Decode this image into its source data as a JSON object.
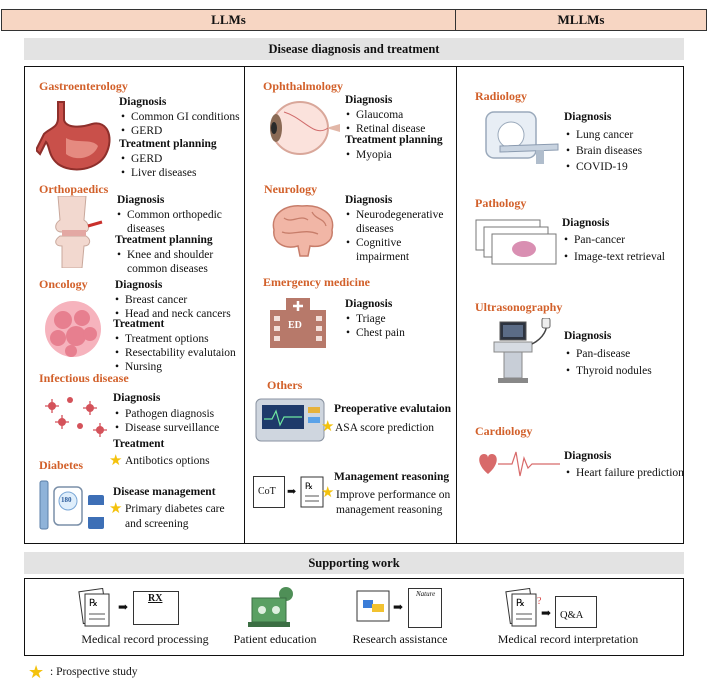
{
  "headers": {
    "llms": "LLMs",
    "mllms": "MLLMs"
  },
  "diagnosis_treatment_banner": "Disease diagnosis and treatment",
  "llm_left": {
    "gastro": {
      "title": "Gastroenterology",
      "diag_label": "Diagnosis",
      "diag_items": [
        "Common GI conditions",
        "GERD"
      ],
      "treat_label": "Treatment planning",
      "treat_items": [
        "GERD",
        "Liver diseases"
      ]
    },
    "ortho": {
      "title": "Orthopaedics",
      "diag_label": "Diagnosis",
      "diag_items": [
        "Common orthopedic diseases"
      ],
      "treat_label": "Treatment planning",
      "treat_items": [
        "Knee and shoulder common diseases"
      ]
    },
    "onco": {
      "title": "Oncology",
      "diag_label": "Diagnosis",
      "diag_items": [
        "Breast cancer",
        "Head and neck cancers"
      ],
      "treat_label": "Treatment",
      "treat_items": [
        "Treatment options",
        "Resectability evalutaion",
        "Nursing"
      ]
    },
    "infect": {
      "title": "Infectious disease",
      "diag_label": "Diagnosis",
      "diag_items": [
        "Pathogen diagnosis",
        "Disease surveillance"
      ],
      "treat_label": "Treatment",
      "treat_item_star": "Antibotics options"
    },
    "diabetes": {
      "title": "Diabetes",
      "mgmt_label": "Disease management",
      "mgmt_item_star": "Primary diabetes care and screening",
      "meter_reading": "180"
    }
  },
  "llm_mid": {
    "ophth": {
      "title": "Ophthalmology",
      "diag_label": "Diagnosis",
      "diag_items": [
        "Glaucoma",
        "Retinal disease"
      ],
      "treat_label": "Treatment planning",
      "treat_items": [
        "Myopia"
      ]
    },
    "neuro": {
      "title": "Neurology",
      "diag_label": "Diagnosis",
      "diag_items": [
        "Neurodegenerative diseases",
        "Cognitive impairment"
      ]
    },
    "emerg": {
      "title": "Emergency medicine",
      "diag_label": "Diagnosis",
      "diag_items": [
        "Triage",
        "Chest pain"
      ],
      "building_label": "ED"
    },
    "others": {
      "title": "Others",
      "preop_label": "Preoperative evalutaion",
      "preop_item_star": "ASA score prediction",
      "mgmt_label": "Management reasoning",
      "mgmt_item_star": "Improve performance on management reasoning",
      "cot_label": "CoT"
    }
  },
  "mllm": {
    "radiology": {
      "title": "Radiology",
      "diag_label": "Diagnosis",
      "diag_items": [
        "Lung cancer",
        "Brain diseases",
        "COVID-19"
      ]
    },
    "pathology": {
      "title": "Pathology",
      "diag_label": "Diagnosis",
      "diag_items": [
        "Pan-cancer",
        "Image-text retrieval"
      ]
    },
    "ultra": {
      "title": "Ultrasonography",
      "diag_label": "Diagnosis",
      "diag_items": [
        "Pan-disease",
        "Thyroid nodules"
      ]
    },
    "cardio": {
      "title": "Cardiology",
      "diag_label": "Diagnosis",
      "diag_items": [
        "Heart failure prediction"
      ]
    }
  },
  "supporting": {
    "banner": "Supporting work",
    "items": [
      "Medical record processing",
      "Patient education",
      "Research assistance",
      "Medical record interpretation"
    ],
    "rx_label": "RX",
    "nature_label": "Nature",
    "qa_label": "Q&A"
  },
  "legend": {
    "text": ": Prospective study"
  },
  "colors": {
    "header_fill": "#f7d6c3",
    "category_text": "#d2602a",
    "banner_fill": "#e3e3e3",
    "star": "#f4c20d"
  }
}
